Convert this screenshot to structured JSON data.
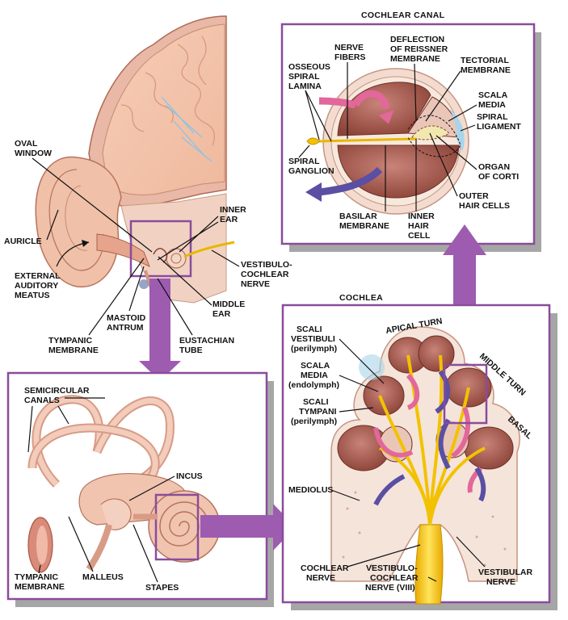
{
  "panels": {
    "cochlear_canal": {
      "title": "COCHLEAR CANAL"
    },
    "cochlea": {
      "title": "COCHLEA"
    }
  },
  "labels": {
    "oval_window": [
      "OVAL",
      "WINDOW"
    ],
    "auricle": [
      "AURICLE"
    ],
    "external_auditory_meatus": [
      "EXTERNAL",
      "AUDITORY",
      "MEATUS"
    ],
    "tympanic_membrane_top": [
      "TYMPANIC",
      "MEMBRANE"
    ],
    "mastoid_antrum": [
      "MASTOID",
      "ANTRUM"
    ],
    "eustachian_tube": [
      "EUSTACHIAN",
      "TUBE"
    ],
    "inner_ear": [
      "INNER",
      "EAR"
    ],
    "middle_ear": [
      "MIDDLE",
      "EAR"
    ],
    "vestibulocochlear_nerve_top": [
      "VESTIBULO-",
      "COCHLEAR",
      "NERVE"
    ],
    "nerve_fibers": [
      "NERVE",
      "FIBERS"
    ],
    "deflection": [
      "DEFLECTION",
      "OF REISSNER",
      "MEMBRANE"
    ],
    "osseous_spiral_lamina": [
      "OSSEOUS",
      "SPIRAL",
      "LAMINA"
    ],
    "tectorial_membrane": [
      "TECTORIAL",
      "MEMBRANE"
    ],
    "scala_media_canal": [
      "SCALA",
      "MEDIA"
    ],
    "spiral_ligament": [
      "SPIRAL",
      "LIGAMENT"
    ],
    "spiral_ganglion": [
      "SPIRAL",
      "GANGLION"
    ],
    "organ_of_corti": [
      "ORGAN",
      "OF CORTI"
    ],
    "outer_hair_cells": [
      "OUTER",
      "HAIR CELLS"
    ],
    "basilar_membrane": [
      "BASILAR",
      "MEMBRANE"
    ],
    "inner_hair_cell": [
      "INNER",
      "HAIR",
      "CELL"
    ],
    "semicircular_canals": [
      "SEMICIRCULAR",
      "CANALS"
    ],
    "incus": [
      "INCUS"
    ],
    "tympanic_membrane_bottom": [
      "TYMPANIC",
      "MEMBRANE"
    ],
    "malleus": [
      "MALLEUS"
    ],
    "stapes": [
      "STAPES"
    ],
    "apical_turn": "APICAL TURN",
    "middle_turn": "MIDDLE TURN",
    "basal": "BASAL",
    "scali_vestibuli": [
      "SCALI",
      "VESTIBULI",
      "(perilymph)"
    ],
    "scala_media_cochlea": [
      "SCALA",
      "MEDIA",
      "(endolymph)"
    ],
    "scali_tympani": [
      "SCALI",
      "TYMPANI",
      "(perilymph)"
    ],
    "mediolus": [
      "MEDIOLUS"
    ],
    "cochlear_nerve": [
      "COCHLEAR",
      "NERVE"
    ],
    "vestibulocochlear_nerve_bottom": [
      "VESTIBULO-",
      "COCHLEAR",
      "NERVE (VIII)"
    ],
    "vestibular_nerve": [
      "VESTIBULAR",
      "NERVE"
    ]
  },
  "colors": {
    "frame": "#8a4c9c",
    "arrow": "#9d5cb0",
    "shadow": "#a6a6a6",
    "tissue": "#f2c9b3",
    "bone": "#f5e6dc",
    "chamber": "#a45a4f",
    "nerve": "#f2c200",
    "pink_arrow": "#e2679a",
    "blue_arrow": "#5a4fa3"
  }
}
